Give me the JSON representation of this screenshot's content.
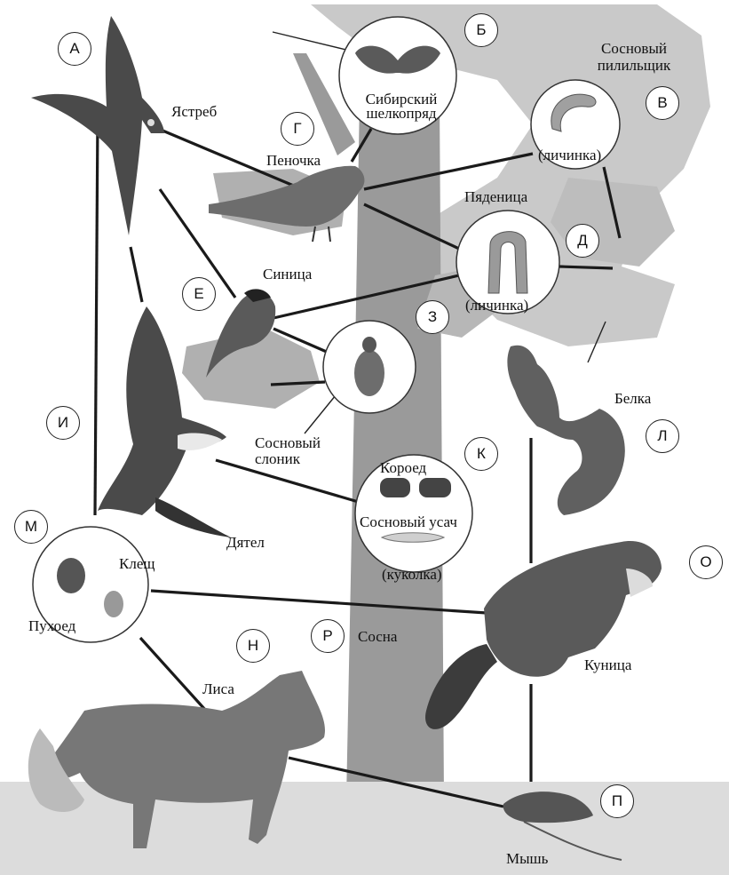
{
  "labels": {
    "hawk": "Ястреб",
    "silk_moth": "Сибирский шелкопряд",
    "sawfly": "Сосновый пилильщик",
    "sawfly_larva": "(личинка)",
    "warbler": "Пеночка",
    "geometrid": "Пяденица",
    "geometrid_larva": "(личинка)",
    "tit": "Синица",
    "weevil": "Сосновый слоник",
    "squirrel": "Белка",
    "bark_beetle": "Короед",
    "sawyer": "Сосновый усач",
    "sawyer_pupa": "(куколка)",
    "woodpecker": "Дятел",
    "tick": "Клещ",
    "feather_louse": "Пухоед",
    "pine": "Сосна",
    "marten": "Куница",
    "fox": "Лиса",
    "mouse": "Мышь"
  },
  "letters": [
    "А",
    "Б",
    "В",
    "Г",
    "Д",
    "Е",
    "З",
    "И",
    "К",
    "Л",
    "М",
    "Н",
    "О",
    "П",
    "Р"
  ],
  "colors": {
    "ink": "#111111",
    "tree": "#8e8e8e",
    "foliage": "#b4b4b4",
    "line": "#1a1a1a"
  }
}
